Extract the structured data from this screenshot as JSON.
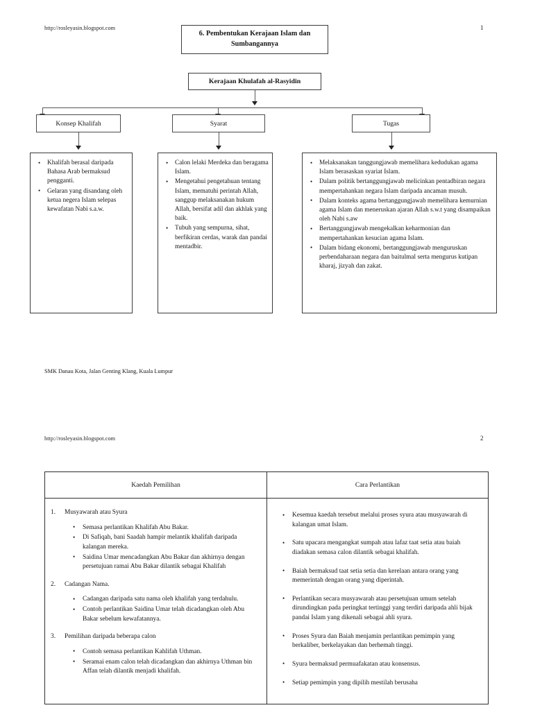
{
  "page1": {
    "header_url": "http://rosleyasin.blogspot.com",
    "page_number": "1",
    "title": "6. Pembentukan Kerajaan Islam dan Sumbangannya",
    "root_node": "Kerajaan Khulafah al-Rasyidin",
    "categories": [
      {
        "label": "Konsep Khalifah"
      },
      {
        "label": "Syarat"
      },
      {
        "label": "Tugas"
      }
    ],
    "content": {
      "konsep_khalifah": [
        "Khalifah berasal daripada Bahasa Arab bermaksud pengganti.",
        "Gelaran yang disandang oleh ketua negera Islam selepas kewafatan Nabi s.a.w."
      ],
      "syarat": [
        "Calon lelaki Merdeka dan beragama Islam.",
        "Mengetahui pengetahuan tentang Islam, mematuhi perintah Allah, sanggup melaksanakan hukum Allah, bersifat adil dan akhlak yang baik.",
        "Tubuh yang sempurna, sihat, berfikiran cerdas, warak dan pandai mentadbir."
      ],
      "tugas": [
        "Melaksanakan tanggungjawab memelihara kedudukan agama Islam berasaskan syariat Islam.",
        "Dalam politik bertanggungjawab melicinkan pentadbiran negara mempertahankan negara Islam daripada ancaman musuh.",
        "Dalam konteks agama bertanggungjawab memelihara kemurnian agama Islam  dan meneruskan ajaran Allah s.w.t yang disampaikan oleh Nabi s.aw",
        "Bertanggungjawab mengekalkan keharmonian dan mempertahankan kesucian agama Islam.",
        "Dalam bidang ekonomi, bertanggungjawab menguruskan perbendaharaan negara dan baitulmal serta mengurus kutipan kharaj, jizyah dan zakat."
      ]
    },
    "footer_school": "SMK Danau Kota, Jalan Genting Klang, Kuala Lumpur"
  },
  "page2": {
    "header_url": "http://rosleyasin.blogspot.com",
    "page_number": "2",
    "table": {
      "headers": [
        "Kaedah Pemilihan",
        "Cara Perlantikan"
      ],
      "left_column": [
        {
          "number": "1.",
          "heading": "Musyawarah atau Syura",
          "bullets": [
            "Semasa perlantikan Khalifah Abu Bakar.",
            "Di Safiqah, bani Saadah hampir melantik khalifah daripada kalangan mereka.",
            "Saidina Umar mencadangkan Abu Bakar dan akhirnya dengan persetujuan ramai Abu Bakar dilantik sebagai Khalifah"
          ]
        },
        {
          "number": "2.",
          "heading": "Cadangan Nama.",
          "bullets": [
            "Cadangan daripada satu nama oleh khalifah yang terdahulu.",
            "Contoh perlantikan Saidina Umar telah dicadangkan oleh Abu Bakar sebelum kewafatannya."
          ]
        },
        {
          "number": "3.",
          "heading": "Pemilihan daripada beberapa calon",
          "bullets": [
            "Contoh semasa perlantikan Kahlifah Uthman.",
            "Seramai enam calon telah dicadangkan dan akhirnya Uthman bin Affan telah dilantik menjadi khalifah."
          ]
        }
      ],
      "right_column": [
        "Kesemua kaedah tersebut melalui proses syura atau musyawarah di kalangan umat Islam.",
        "Satu upacara mengangkat sumpah atau lafaz taat setia atau baiah diadakan semasa calon dilantik sebagai khalifah.",
        "Baiah bermaksud taat setia setia dan kerelaan antara orang yang memerintah dengan orang yang diperintah.",
        "Perlantikan secara musyawarah atau persetujuan umum setelah dirundingkan pada peringkat tertinggi yang terdiri daripada ahli bijak pandai Islam yang dikenali sebagai ahli syura.",
        "Proses Syura dan Baiah menjamin perlantikan pemimpin yang berkaliber, berkelayakan dan berhemah tinggi.",
        "Syura bermaksud permuafakatan atau konsensus.",
        "Setiap pemimpin yang dipilih mestilah berusaha"
      ]
    }
  }
}
